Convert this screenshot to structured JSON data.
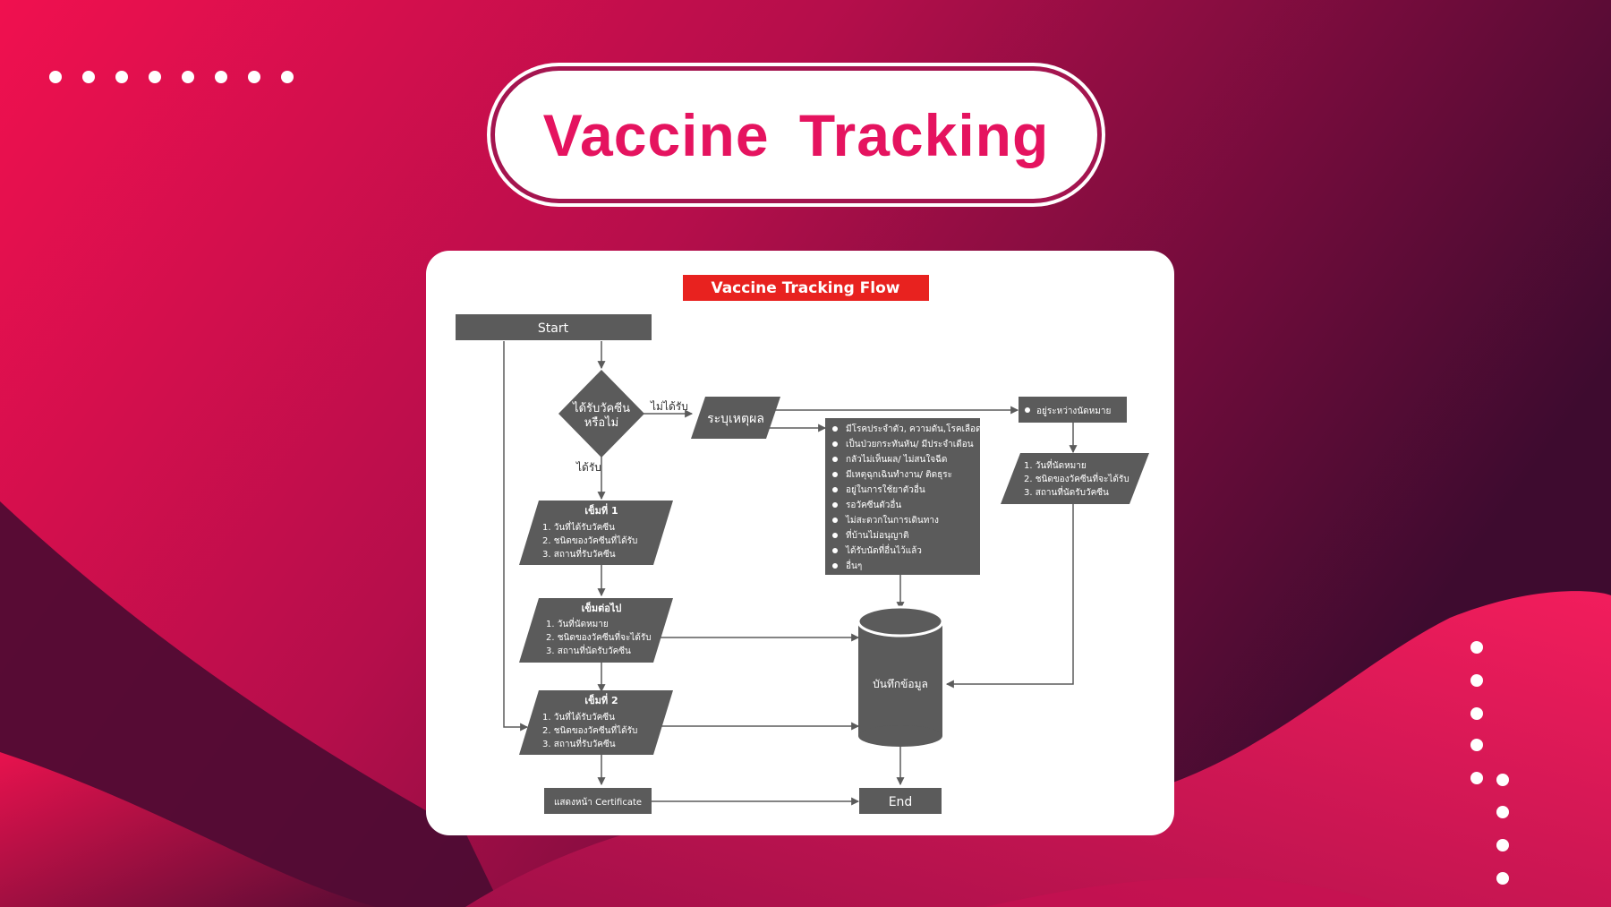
{
  "slide": {
    "title": "Vaccine Tracking",
    "colors": {
      "accent": "#e5135f",
      "flow_fill": "#5b5b5b",
      "flow_title_bg": "#e8221f",
      "background_dark": "#3f0d2e"
    }
  },
  "flowchart": {
    "title": "Vaccine Tracking Flow",
    "start": "Start",
    "decision": [
      "ได้รับวัคซีน",
      "หรือไม่"
    ],
    "no_label": "ไม่ได้รับ",
    "yes_label": "ได้รับ",
    "reason": "ระบุเหตุผล",
    "reasons": [
      "มีโรคประจำตัว, ความดัน,โรคเลือด",
      "เป็นป่วยกระทันหัน/ มีประจำเดือน",
      "กลัวไม่เห็นผล/ ไม่สนใจฉีด",
      "มีเหตุฉุกเฉินทำงาน/ ติดธุระ",
      "อยู่ในการใช้ยาตัวอื่น",
      "รอวัคซีนตัวอื่น",
      "ไม่สะดวกในการเดินทาง",
      "ที่บ้านไม่อนุญาติ",
      "ได้รับนัดที่อื่นไว้แล้ว",
      "อื่นๆ"
    ],
    "waiting": "อยู่ระหว่างนัดหมาย",
    "appointment_items": [
      "1. วันที่นัดหมาย",
      "2. ชนิดของวัคซีนที่จะได้รับ",
      "3. สถานที่นัดรับวัคซีน"
    ],
    "dose1": {
      "title": "เข็มที่ 1",
      "items": [
        "1. วันที่ได้รับวัคซีน",
        "2. ชนิดของวัคซีนที่ได้รับ",
        "3. สถานที่รับวัคซีน"
      ]
    },
    "next_dose": {
      "title": "เข็มต่อไป",
      "items": [
        "1. วันที่นัดหมาย",
        "2. ชนิดของวัคซีนที่จะได้รับ",
        "3. สถานที่นัดรับวัคซีน"
      ]
    },
    "dose2": {
      "title": "เข็มที่ 2",
      "items": [
        "1. วันที่ได้รับวัคซีน",
        "2. ชนิดของวัคซีนที่ได้รับ",
        "3. สถานที่รับวัคซีน"
      ]
    },
    "certificate": "แสดงหน้า Certificate",
    "database": "บันทึกข้อมูล",
    "end": "End"
  }
}
